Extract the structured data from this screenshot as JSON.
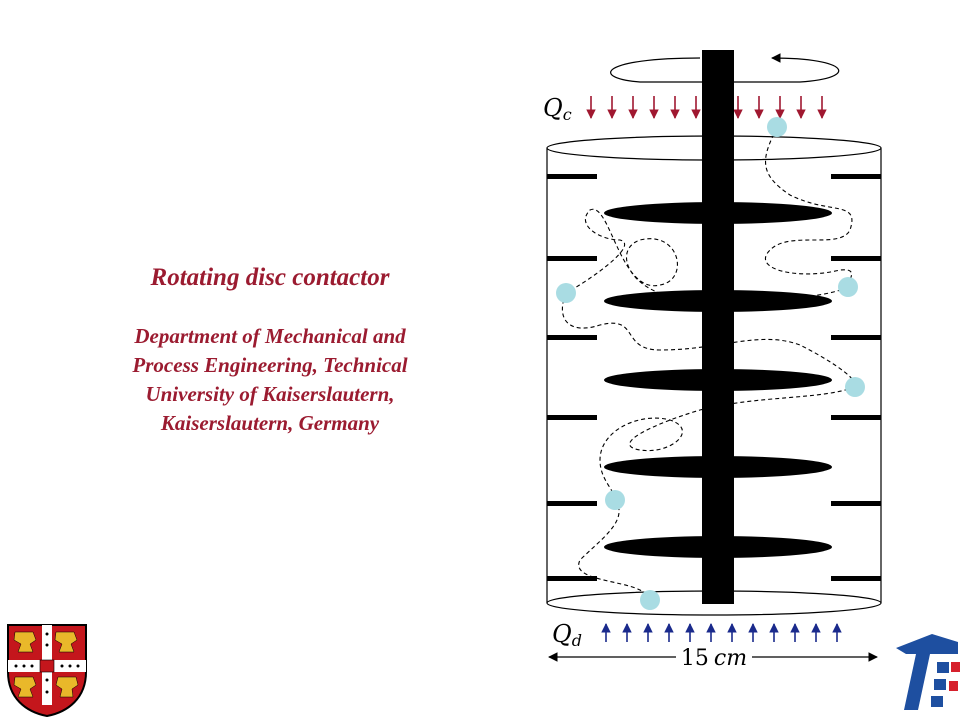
{
  "title": "Rotating disc contactor",
  "affiliation": [
    "Department of Mechanical and",
    "Process Engineering, Technical",
    "University of Kaiserslautern,",
    "Kaiserslautern, Germany"
  ],
  "labels": {
    "continuous_flow_symbol": "Q",
    "continuous_flow_sub": "c",
    "dispersed_flow_symbol": "Q",
    "dispersed_flow_sub": "d",
    "diameter_value": "15",
    "diameter_unit": "cm"
  },
  "colors": {
    "text_accent": "#9b1b30",
    "inflow_arrows": "#a01830",
    "outflow_arrows": "#1a2a8c",
    "droplet": "#a9dce3",
    "shaft": "#000000",
    "logo_blue": "#1e4fa0",
    "logo_red": "#d6202c",
    "shield_red": "#c4161c"
  },
  "icons": {
    "left_logo": "university-of-cambridge-shield-icon",
    "right_logo": "tu-kaiserslautern-logo-icon"
  }
}
